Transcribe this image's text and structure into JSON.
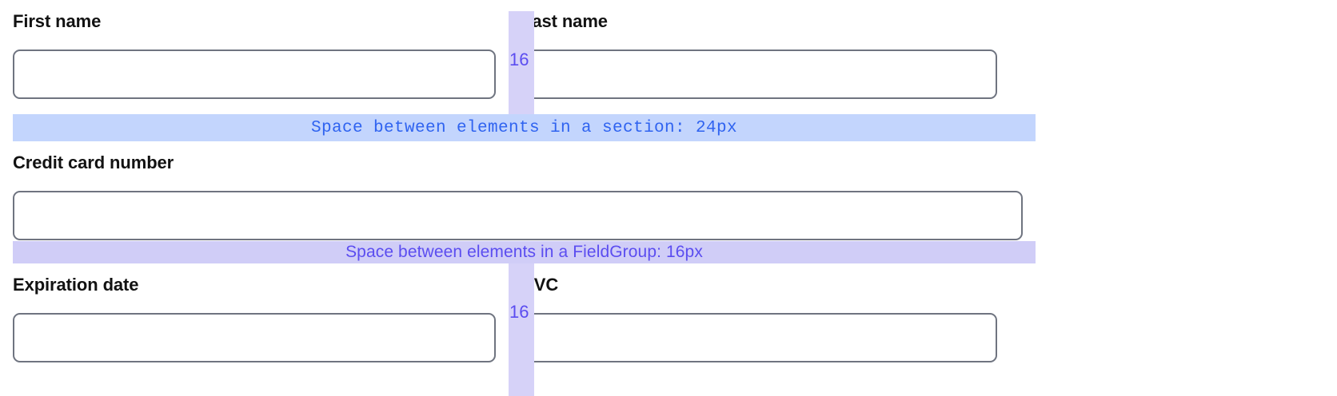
{
  "form": {
    "rows": [
      {
        "id": "name-row",
        "fields": [
          {
            "name": "first-name",
            "label": "First name",
            "value": "",
            "placeholder": ""
          },
          {
            "name": "last-name",
            "label": "Last name",
            "value": "",
            "placeholder": ""
          }
        ],
        "gutter": {
          "label": "16"
        }
      },
      {
        "id": "card-row",
        "fields": [
          {
            "name": "credit-card-number",
            "label": "Credit card number",
            "value": "",
            "placeholder": ""
          }
        ]
      },
      {
        "id": "expiry-row",
        "fields": [
          {
            "name": "expiration-date",
            "label": "Expiration date",
            "value": "",
            "placeholder": ""
          },
          {
            "name": "cvc",
            "label": "CVC",
            "value": "",
            "placeholder": ""
          }
        ],
        "gutter": {
          "label": "16"
        }
      }
    ]
  },
  "annotations": {
    "section": {
      "text": "Space between elements in a section: 24px"
    },
    "fieldgroup": {
      "text": "Space between elements in a FieldGroup: 16px"
    }
  },
  "colors": {
    "section_banner_bg": "#c3d5fd",
    "section_banner_text": "#2f63f0",
    "fieldgroup_banner_bg": "#d0cdf7",
    "fieldgroup_banner_text": "#5b4df0",
    "gutter_bg": "#d6d2f8",
    "gutter_text": "#5b4df0",
    "input_border": "#6f7480",
    "label_text": "#121212",
    "page_bg": "#ffffff"
  }
}
